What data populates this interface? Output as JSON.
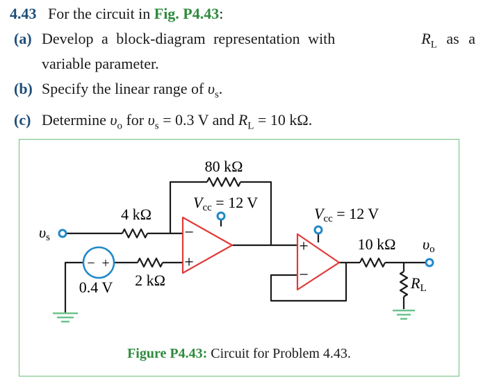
{
  "problem": {
    "number": "4.43",
    "intro_before": "For the circuit in ",
    "fig_ref": "Fig. P4.43",
    "intro_after": ":",
    "parts": [
      {
        "label": "(a)",
        "text_before": "Develop a block-diagram representation with ",
        "var": "R",
        "sub": "L",
        "text_after": " as a",
        "line2": "variable parameter."
      },
      {
        "label": "(b)",
        "text_before": "Specify the linear range of ",
        "var": "υ",
        "sub": "s",
        "text_after": "."
      },
      {
        "label": "(c)",
        "text_before": "Determine ",
        "v1": "υ",
        "s1": "o",
        "m1": " for ",
        "v2": "υ",
        "s2": "s",
        "m2": " = 0.3 V and ",
        "v3": "R",
        "s3": "L",
        "m3": " = 10 kΩ."
      }
    ]
  },
  "figure": {
    "labels": {
      "r_feedback": "80 kΩ",
      "vcc1_var": "V",
      "vcc1_sub": "cc",
      "vcc1_val": " = 12 V",
      "vcc2_var": "V",
      "vcc2_sub": "cc",
      "vcc2_val": " = 12 V",
      "r_in": "4 kΩ",
      "r_plus": "2 kΩ",
      "r_out": "10 kΩ",
      "vs_var": "υ",
      "vs_sub": "s",
      "vo_var": "υ",
      "vo_sub": "o",
      "rl_var": "R",
      "rl_sub": "L",
      "source_val": "0.4 V",
      "minus": "−",
      "plus": "+",
      "src_minus": "−",
      "src_plus": "+"
    },
    "caption_label": "Figure P4.43:",
    "caption_text": " Circuit for Problem 4.43.",
    "colors": {
      "wire": "#1a1a1a",
      "opamp": "#e03a3a",
      "terminal": "#1e88c8",
      "ground": "#6cc28a",
      "source": "#1e88c8"
    }
  }
}
